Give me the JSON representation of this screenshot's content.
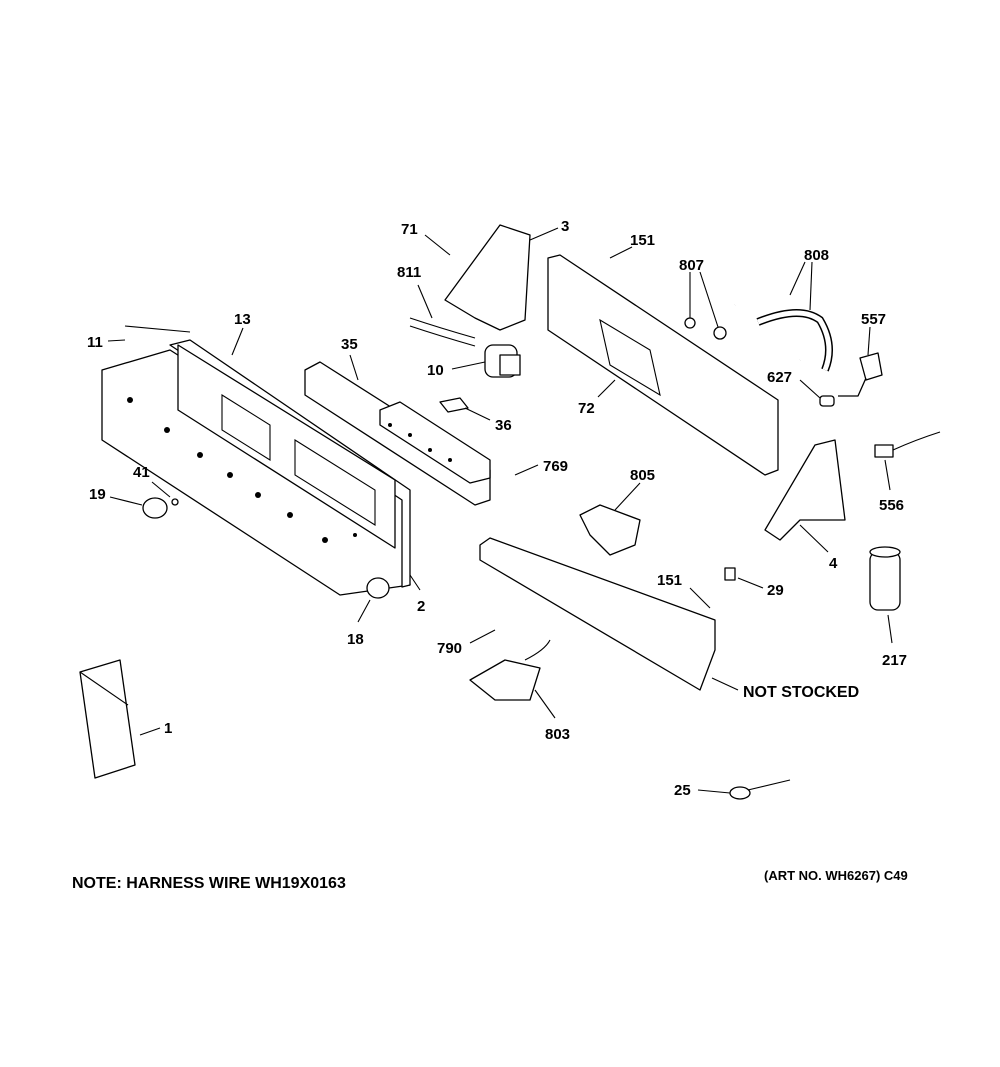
{
  "diagram": {
    "callouts": {
      "c71": "71",
      "c3": "3",
      "c151a": "151",
      "c807": "807",
      "c808": "808",
      "c811": "811",
      "c557": "557",
      "c11": "11",
      "c13": "13",
      "c35": "35",
      "c10": "10",
      "c36": "36",
      "c72": "72",
      "c627": "627",
      "c769": "769",
      "c805": "805",
      "c41": "41",
      "c19": "19",
      "c556": "556",
      "c4": "4",
      "c151b": "151",
      "c29": "29",
      "c2": "2",
      "c18": "18",
      "c790": "790",
      "c217": "217",
      "not_stocked": "NOT STOCKED",
      "c803": "803",
      "c1": "1",
      "c25": "25"
    },
    "note": "NOTE: HARNESS WIRE WH19X0163",
    "art_no": "(ART NO. WH6267) C49"
  }
}
